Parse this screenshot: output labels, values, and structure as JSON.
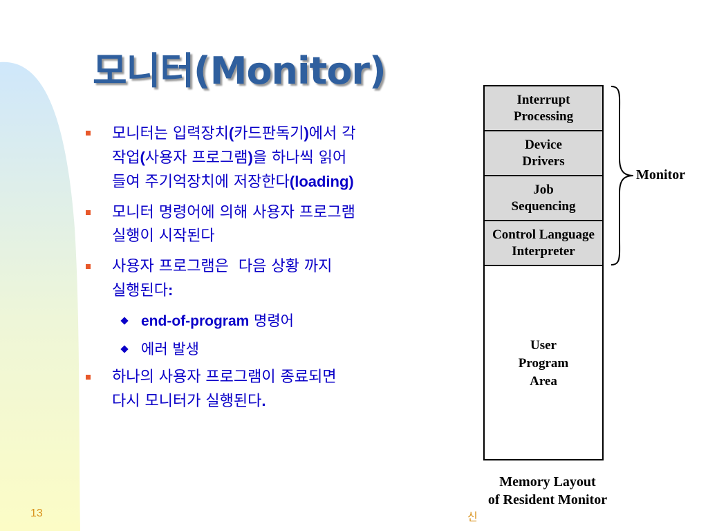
{
  "slide": {
    "title": "모니터(Monitor)",
    "page_number": "13",
    "footer": "신"
  },
  "bullets": [
    {
      "parts": [
        {
          "text": "모니터는 입력장치",
          "bold": false
        },
        {
          "text": "(",
          "bold": true
        },
        {
          "text": "카드판독기",
          "bold": false
        },
        {
          "text": ")",
          "bold": true
        },
        {
          "text": "에서 각\n작업",
          "bold": false
        },
        {
          "text": "(",
          "bold": true
        },
        {
          "text": "사용자 프로그램",
          "bold": false
        },
        {
          "text": ")",
          "bold": true
        },
        {
          "text": "을 하나씩 읽어\n들여 주기억장치에 저장한다",
          "bold": false
        },
        {
          "text": "(loading)",
          "bold": true
        }
      ]
    },
    {
      "parts": [
        {
          "text": "모니터 명령어에 의해 사용자 프로그램\n실행이 시작된다",
          "bold": false
        }
      ]
    },
    {
      "parts": [
        {
          "text": "사용자 프로그램은  다음 상황 까지\n실행된다",
          "bold": false
        },
        {
          "text": ":",
          "bold": true
        }
      ]
    }
  ],
  "sub_bullets": [
    {
      "parts": [
        {
          "text": "end-of-program",
          "bold": true
        },
        {
          "text": " 명령어",
          "bold": false
        }
      ]
    },
    {
      "parts": [
        {
          "text": "에러 발생",
          "bold": false
        }
      ]
    }
  ],
  "last_bullet": {
    "parts": [
      {
        "text": "하나의 사용자 프로그램이 종료되면\n다시 모니터가 실행된다",
        "bold": false
      },
      {
        "text": ".",
        "bold": true
      }
    ]
  },
  "memory": {
    "sections": [
      {
        "line1": "Interrupt",
        "line2": "Processing"
      },
      {
        "line1": "Device",
        "line2": "Drivers"
      },
      {
        "line1": "Job",
        "line2": "Sequencing"
      },
      {
        "line1": "Control Language",
        "line2": "Interpreter"
      }
    ],
    "user_area": {
      "line1": "User",
      "line2": "Program",
      "line3": "Area"
    },
    "brace_label": "Monitor",
    "caption_line1": "Memory Layout",
    "caption_line2": "of Resident Monitor"
  },
  "colors": {
    "title": "#2f5f9e",
    "body_text": "#0a00c8",
    "bullet_square": "#e8582a",
    "accent_footer": "#d8921c",
    "cell_fill": "#d9d9d9"
  }
}
